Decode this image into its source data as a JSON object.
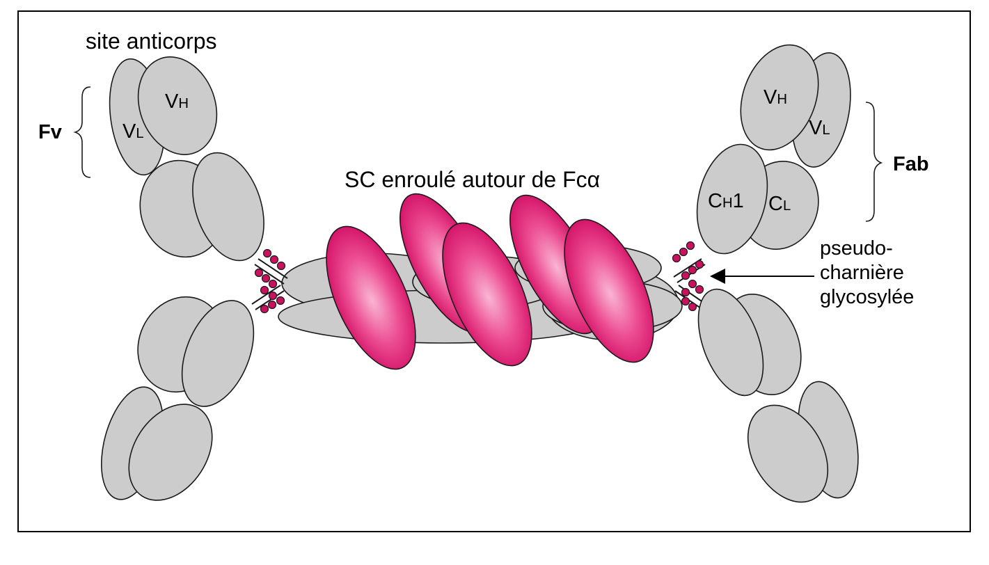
{
  "labels": {
    "site": "site anticorps",
    "fv": "Fv",
    "fab": "Fab",
    "sc": "SC enroulé autour de Fcα",
    "hinge_line1": "pseudo-",
    "hinge_line2": "charnière",
    "hinge_line3": "glycosylée"
  },
  "domains_left": {
    "vh": "V",
    "vh_sub": "H",
    "vl": "V",
    "vl_sub": "L"
  },
  "domains_right": {
    "vh": "V",
    "vh_sub": "H",
    "vl": "V",
    "vl_sub": "L",
    "ch1": "C",
    "ch1_sub": "H",
    "ch1_num": "1",
    "cl": "C",
    "cl_sub": "L"
  },
  "colors": {
    "domain_fill": "#cccccc",
    "outline": "#1a1a1a",
    "sc_magenta": "#e0126e",
    "sc_highlight": "#f7a8cc",
    "sugar": "#c8125e",
    "frame": "#000000"
  }
}
